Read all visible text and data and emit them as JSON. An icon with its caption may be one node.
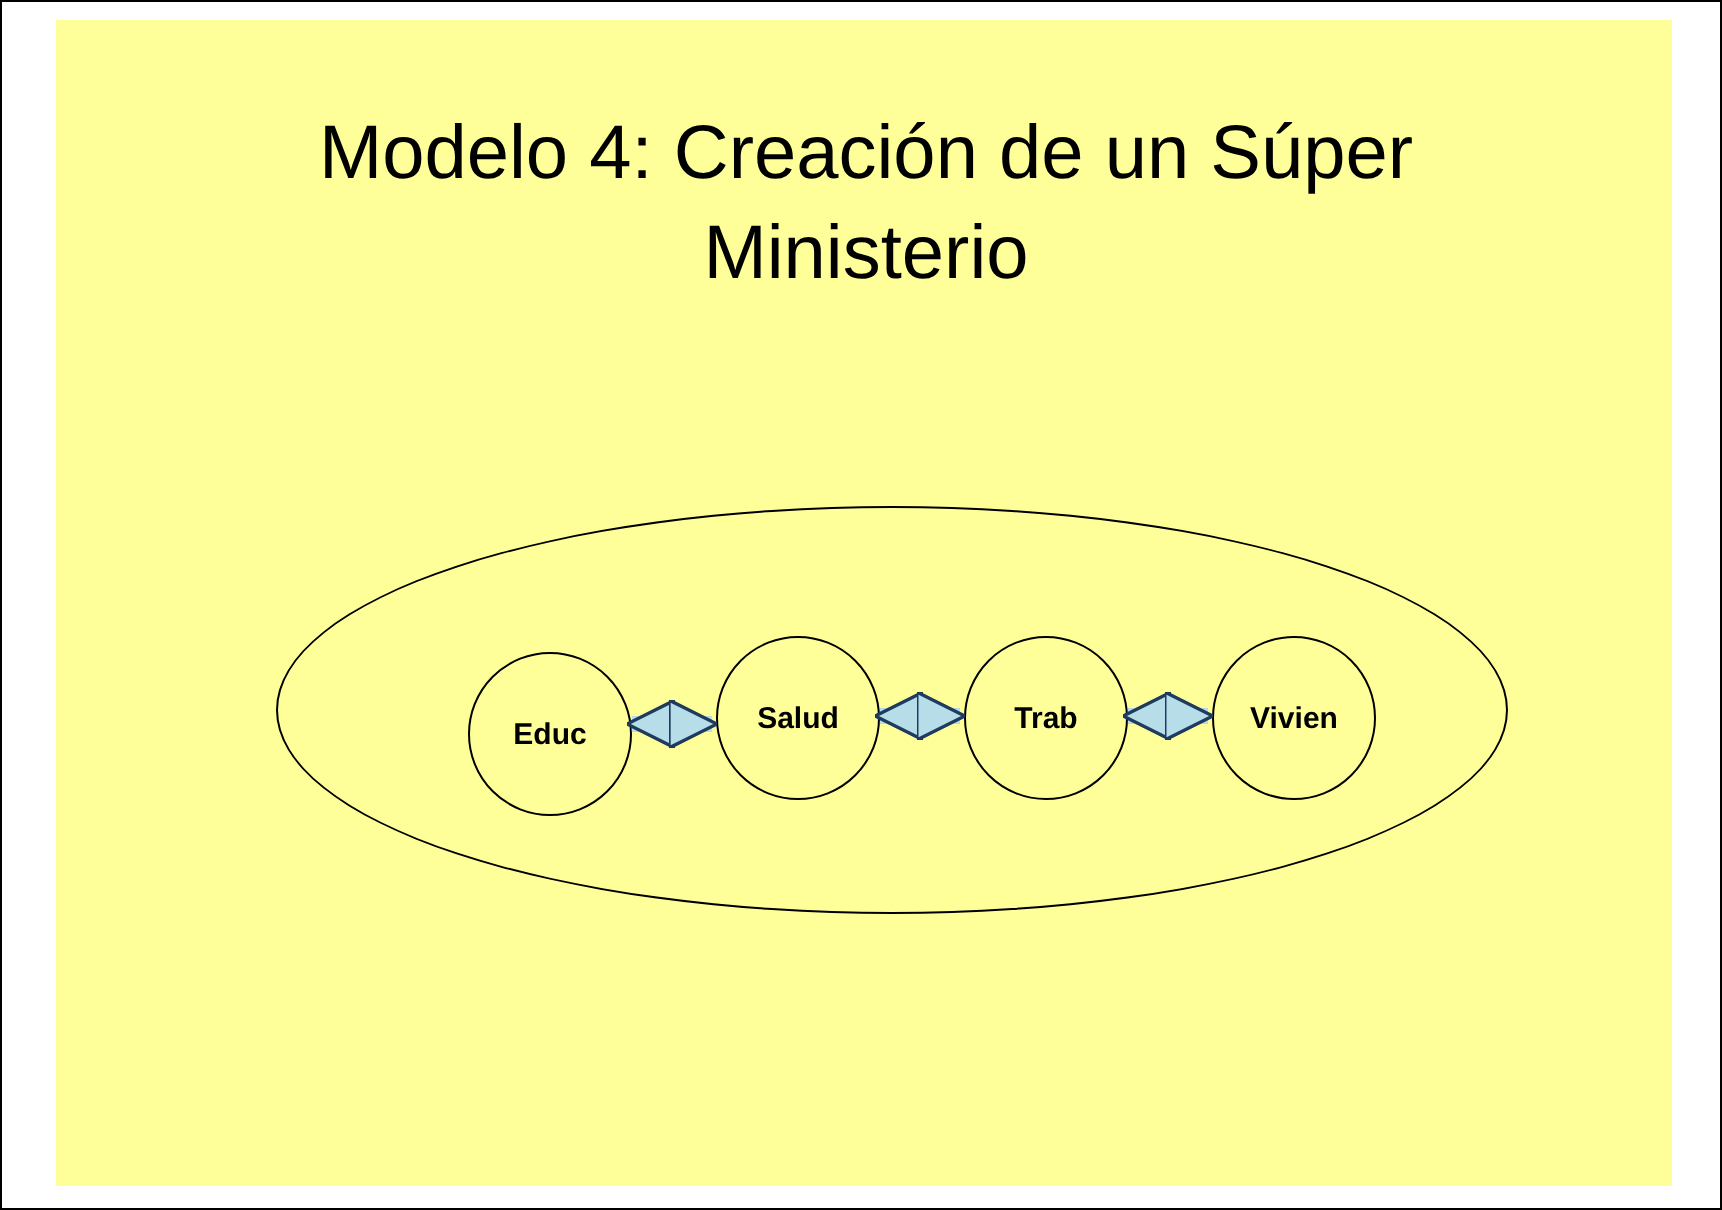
{
  "diagram": {
    "title": "Modelo 4: Creación de un Súper Ministerio",
    "nodes": [
      {
        "text": [],
        "shape": "ellipse"
      },
      {
        "text": [
          "Educ"
        ],
        "in": 0
      },
      {
        "text": [
          "Salud"
        ],
        "in": 0
      },
      {
        "text": [
          "Trab"
        ],
        "in": 0
      },
      {
        "text": [
          "Vivien"
        ],
        "in": 0
      }
    ],
    "edges": [
      {
        "from": 1,
        "to": 2,
        "arrow": "both"
      },
      {
        "from": 2,
        "to": 3,
        "arrow": "both"
      },
      {
        "from": 3,
        "to": 4,
        "arrow": "both"
      }
    ]
  }
}
